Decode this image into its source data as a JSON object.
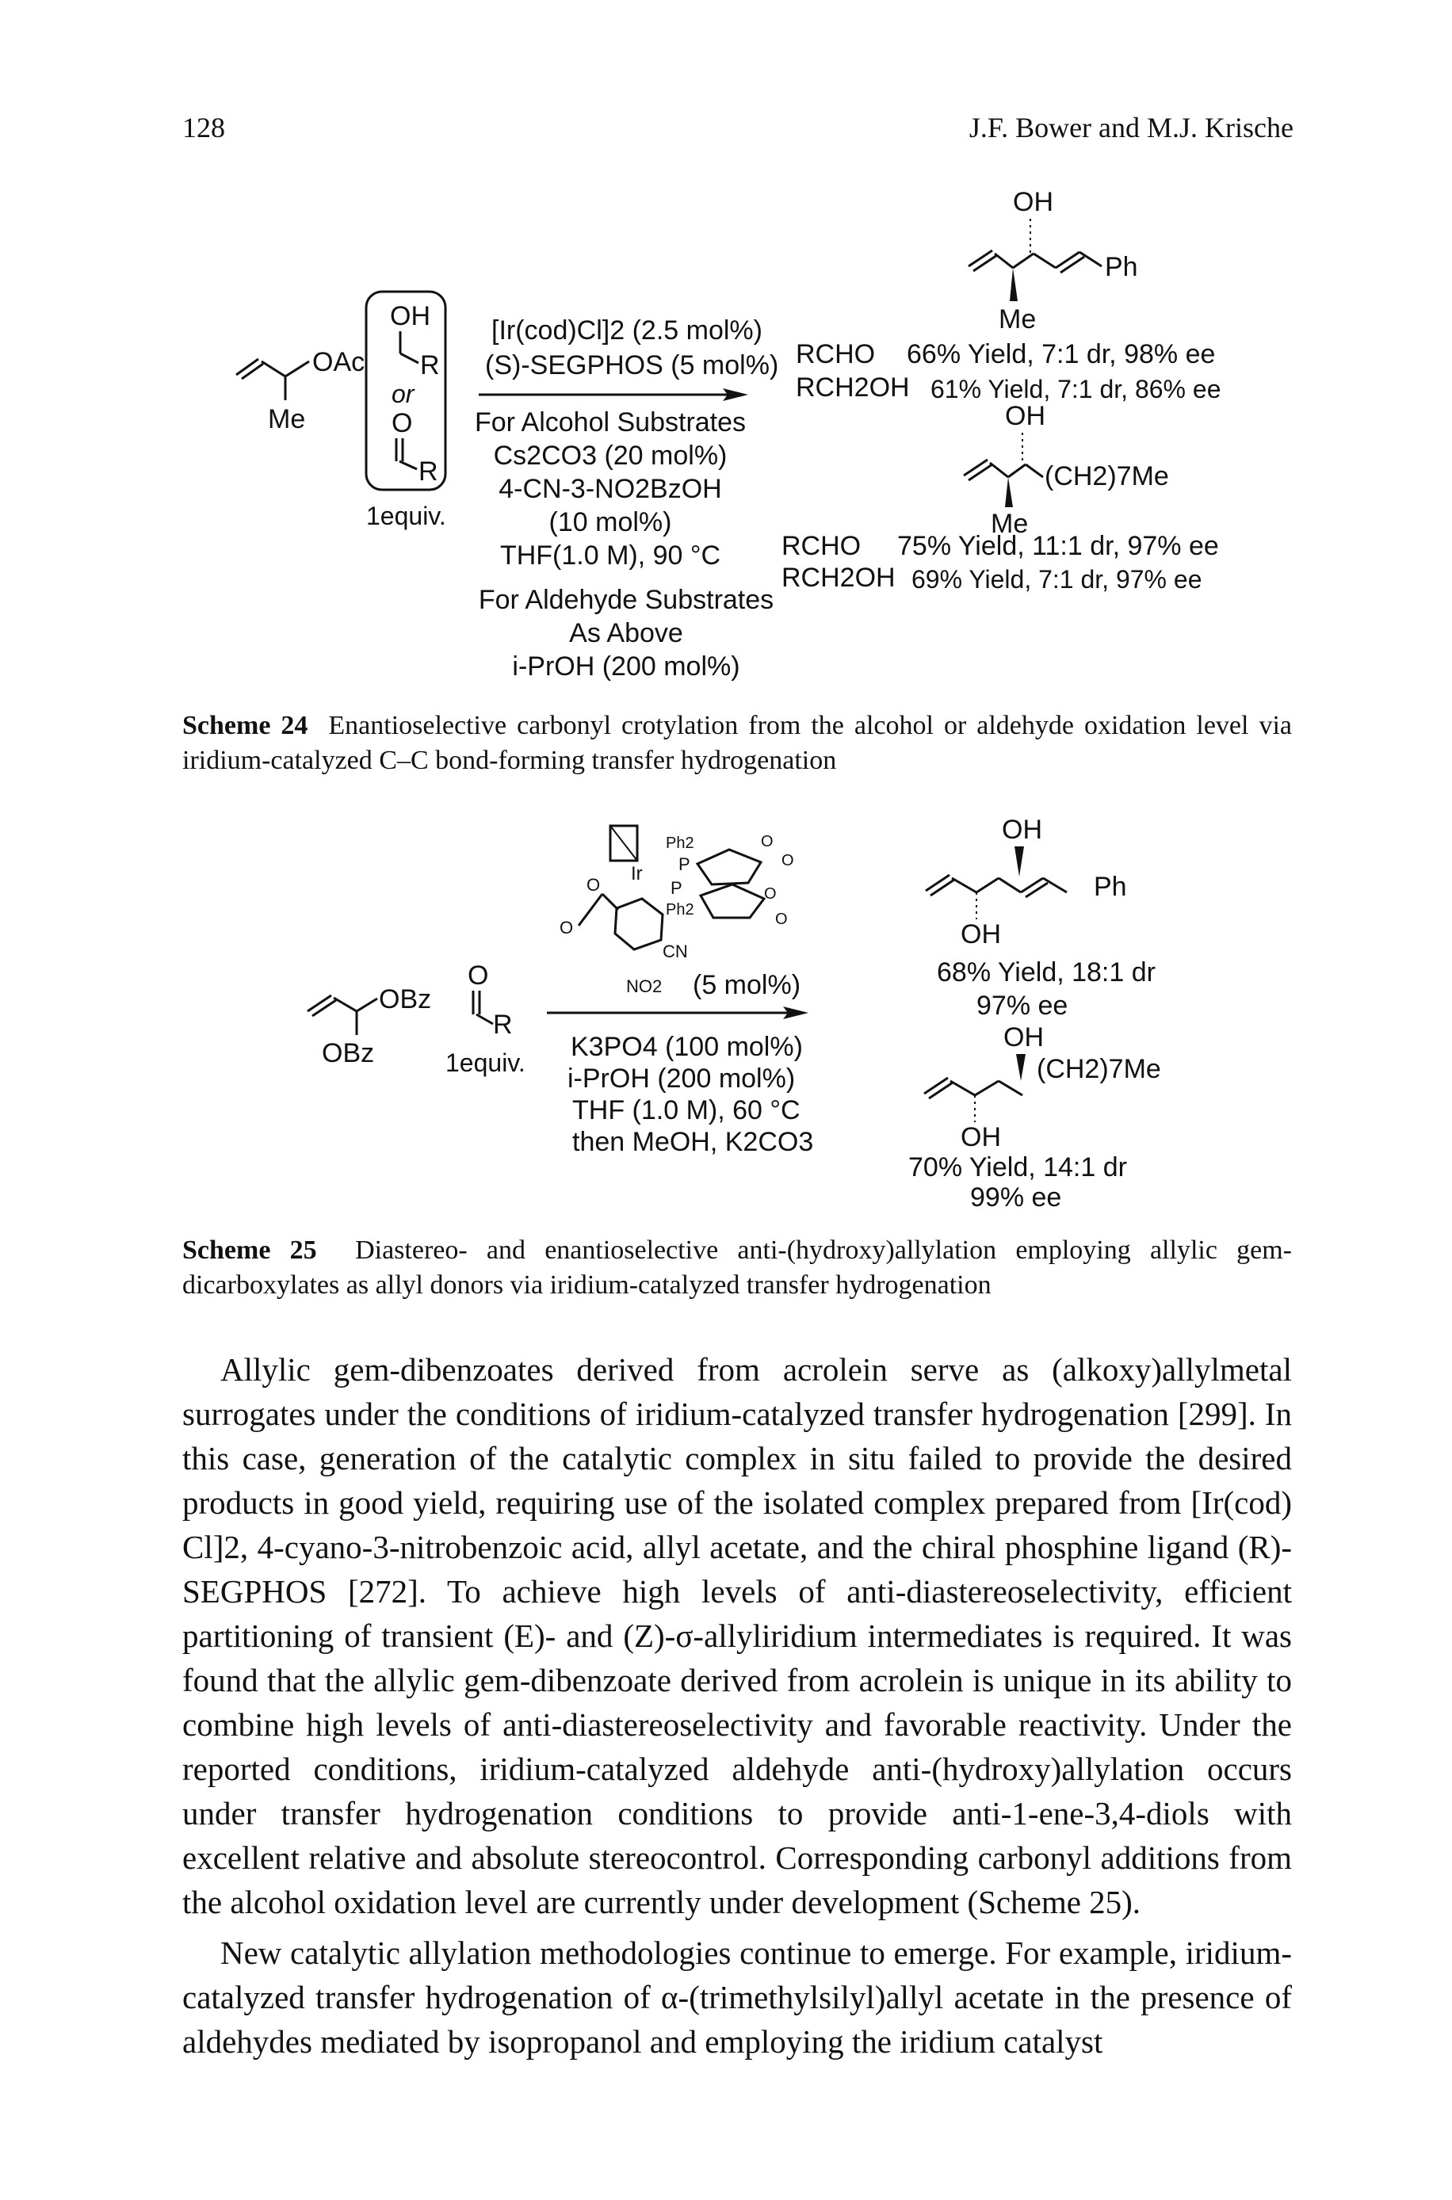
{
  "header": {
    "page_number": "128",
    "authors": "J.F. Bower and M.J. Krische"
  },
  "scheme24": {
    "substrate": {
      "group": "OAc",
      "me": "Me"
    },
    "bracket": {
      "oh": "OH",
      "r1": "R",
      "or": "or",
      "o": "O",
      "r2": "R",
      "equiv": "1equiv."
    },
    "conditions": {
      "line1": "[Ir(cod)Cl]2 (2.5 mol%)",
      "line2": "(S)-SEGPHOS (5 mol%)",
      "alcohol_header": "For Alcohol Substrates",
      "alcohol_line1": "Cs2CO3 (20 mol%)",
      "alcohol_line2": "4-CN-3-NO2BzOH",
      "alcohol_line3": "(10 mol%)",
      "alcohol_line4": "THF(1.0 M), 90 °C",
      "aldehyde_header": "For Aldehyde Substrates",
      "aldehyde_line1": "As Above",
      "aldehyde_line2": "i-PrOH (200 mol%)"
    },
    "product1": {
      "oh": "OH",
      "ph": "Ph",
      "me": "Me",
      "row1_sub": "RCHO",
      "row1_result": "66% Yield, 7:1 dr, 98% ee",
      "row2_sub": "RCH2OH",
      "row2_result": "61% Yield, 7:1 dr, 86% ee"
    },
    "product2": {
      "oh": "OH",
      "chain": "(CH2)7Me",
      "me": "Me",
      "row1_sub": "RCHO",
      "row1_result": "75% Yield, 11:1 dr, 97% ee",
      "row2_sub": "RCH2OH",
      "row2_result": "69% Yield, 7:1 dr, 97% ee"
    },
    "caption_label": "Scheme 24",
    "caption_text": "Enantioselective carbonyl crotylation from the alcohol or aldehyde oxidation level via iridium-catalyzed C–C bond-forming transfer hydrogenation"
  },
  "scheme25": {
    "substrate": {
      "group1": "OBz",
      "group2": "OBz"
    },
    "aldehyde": {
      "o": "O",
      "r": "R",
      "equiv": "1equiv."
    },
    "catalyst": {
      "ph2_top": "Ph2",
      "ph2_bottom": "Ph2",
      "ir": "Ir",
      "p1": "P",
      "p2": "P",
      "o1": "O",
      "o2": "O",
      "o3": "O",
      "o4": "O",
      "o5": "O",
      "o6": "O",
      "cn": "CN",
      "no2": "NO2",
      "loading": "(5 mol%)"
    },
    "conditions": {
      "line1": "K3PO4 (100 mol%)",
      "line2": "i-PrOH (200 mol%)",
      "line3": "THF (1.0 M), 60 °C",
      "line4": "then MeOH, K2CO3"
    },
    "product1": {
      "oh_top": "OH",
      "ph": "Ph",
      "oh_bottom": "OH",
      "result1": "68% Yield, 18:1 dr",
      "result2": "97% ee"
    },
    "product2": {
      "oh_top": "OH",
      "chain": "(CH2)7Me",
      "oh_bottom": "OH",
      "result1": "70% Yield, 14:1 dr",
      "result2": "99% ee"
    },
    "caption_label": "Scheme 25",
    "caption_text": "Diastereo- and enantioselective anti-(hydroxy)allylation employing allylic gem-dicarboxylates as allyl donors via iridium-catalyzed transfer hydrogenation"
  },
  "body": {
    "para1": "Allylic gem-dibenzoates derived from acrolein serve as (alkoxy)allylmetal surrogates under the conditions of iridium-catalyzed transfer hydrogenation [299]. In this case, generation of the catalytic complex in situ failed to provide the desired products in good yield, requiring use of the isolated complex prepared from [Ir(cod) Cl]2, 4-cyano-3-nitrobenzoic acid, allyl acetate, and the chiral phosphine ligand (R)-SEGPHOS [272]. To achieve high levels of anti-diastereoselectivity, efficient partitioning of transient (E)- and (Z)-σ-allyliridium intermediates is required. It was found that the allylic gem-dibenzoate derived from acrolein is unique in its ability to combine high levels of anti-diastereoselectivity and favorable reactivity. Under the reported conditions, iridium-catalyzed aldehyde anti-(hydroxy)allylation occurs under transfer hydrogenation conditions to provide anti-1-ene-3,4-diols with excellent relative and absolute stereocontrol. Corresponding carbonyl additions from the alcohol oxidation level are currently under development (Scheme 25).",
    "para2": "New catalytic allylation methodologies continue to emerge. For example, iridium-catalyzed transfer hydrogenation of α-(trimethylsilyl)allyl acetate in the presence of aldehydes mediated by isopropanol and employing the iridium catalyst"
  }
}
